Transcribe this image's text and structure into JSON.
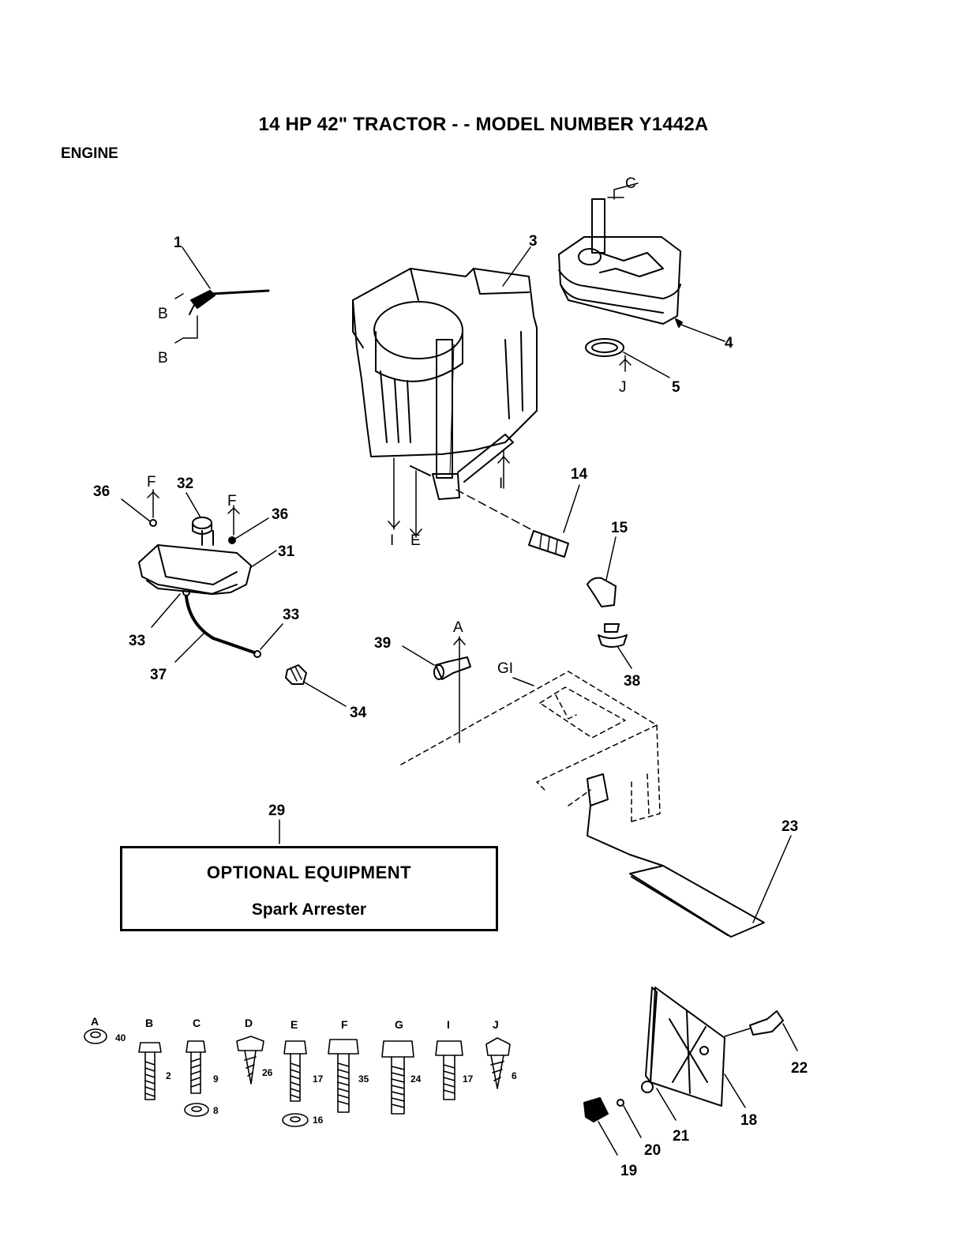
{
  "header": {
    "title": "14 HP 42\" TRACTOR - - MODEL NUMBER Y1442A",
    "section": "ENGINE"
  },
  "optional_equipment": {
    "heading": "OPTIONAL EQUIPMENT",
    "item": "Spark Arrester",
    "callout": "29"
  },
  "callouts": {
    "c1": "1",
    "c3": "3",
    "c4": "4",
    "c5": "5",
    "c14": "14",
    "c15": "15",
    "c18": "18",
    "c19": "19",
    "c20": "20",
    "c21": "21",
    "c22": "22",
    "c23": "23",
    "c31": "31",
    "c32": "32",
    "c33a": "33",
    "c33b": "33",
    "c34": "34",
    "c36a": "36",
    "c36b": "36",
    "c37": "37",
    "c38": "38",
    "c39": "39"
  },
  "reference_letters": {
    "B1": "B",
    "B2": "B",
    "C": "C",
    "J": "J",
    "F1": "F",
    "F2": "F",
    "I1": "I",
    "I2": "I",
    "E": "E",
    "A": "A",
    "G": "GI"
  },
  "hardware": [
    {
      "letter": "A",
      "numbers": [
        "40"
      ]
    },
    {
      "letter": "B",
      "numbers": [
        "2"
      ]
    },
    {
      "letter": "C",
      "numbers": [
        "9",
        "8"
      ]
    },
    {
      "letter": "D",
      "numbers": [
        "26"
      ]
    },
    {
      "letter": "E",
      "numbers": [
        "17",
        "16"
      ]
    },
    {
      "letter": "F",
      "numbers": [
        "35"
      ]
    },
    {
      "letter": "G",
      "numbers": [
        "24"
      ]
    },
    {
      "letter": "I",
      "numbers": [
        "17"
      ]
    },
    {
      "letter": "J",
      "numbers": [
        "6"
      ]
    }
  ]
}
